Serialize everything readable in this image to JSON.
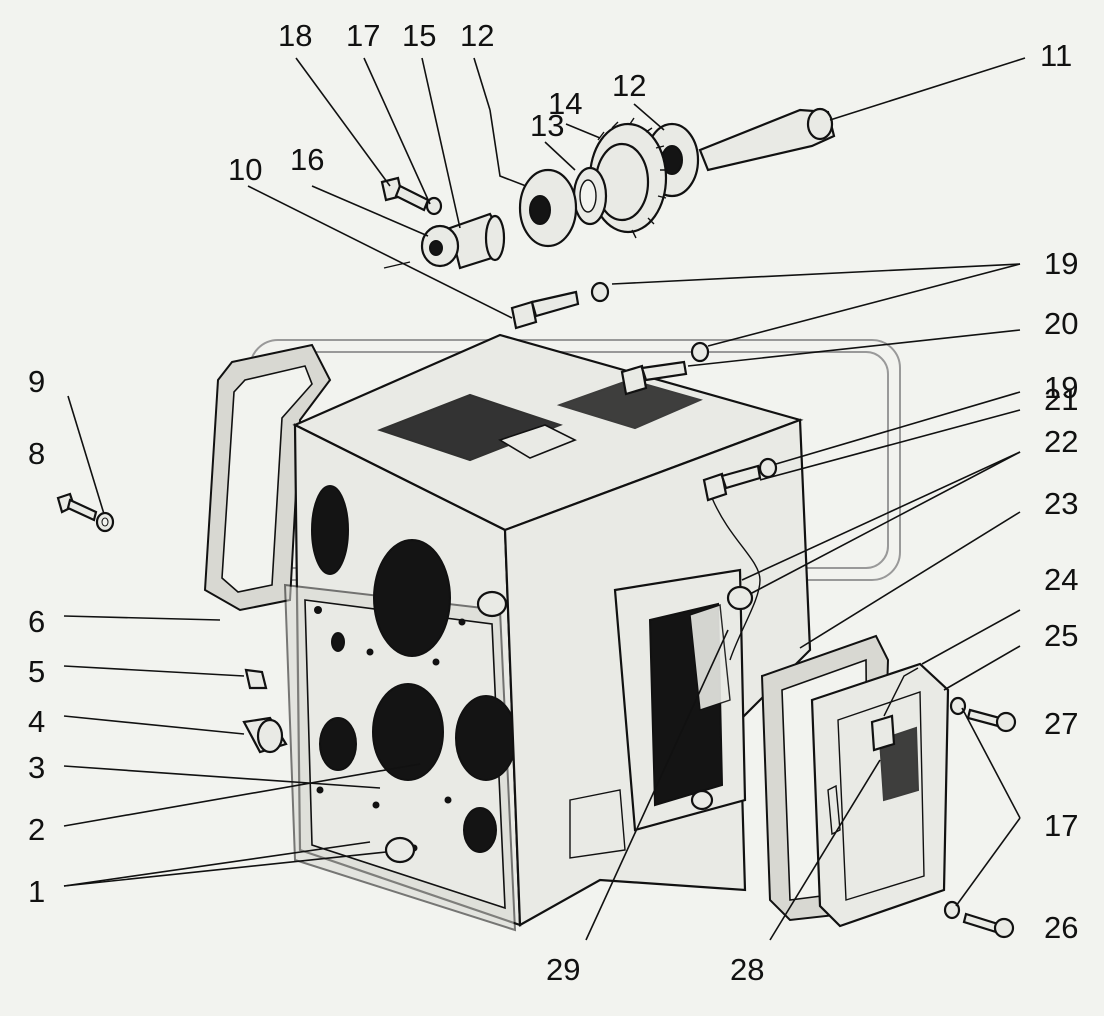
{
  "labels": {
    "l18": "18",
    "l17a": "17",
    "l15": "15",
    "l12a": "12",
    "l11": "11",
    "l14": "14",
    "l12b": "12",
    "l13": "13",
    "l10": "10",
    "l16": "16",
    "l19a": "19",
    "l20": "20",
    "l19b": "19",
    "l21": "21",
    "l22": "22",
    "l23": "23",
    "l9": "9",
    "l8": "8",
    "l6": "6",
    "l5": "5",
    "l4": "4",
    "l3": "3",
    "l2": "2",
    "l1": "1",
    "l24": "24",
    "l25": "25",
    "l27": "27",
    "l17b": "17",
    "l26": "26",
    "l29": "29",
    "l28": "28"
  }
}
